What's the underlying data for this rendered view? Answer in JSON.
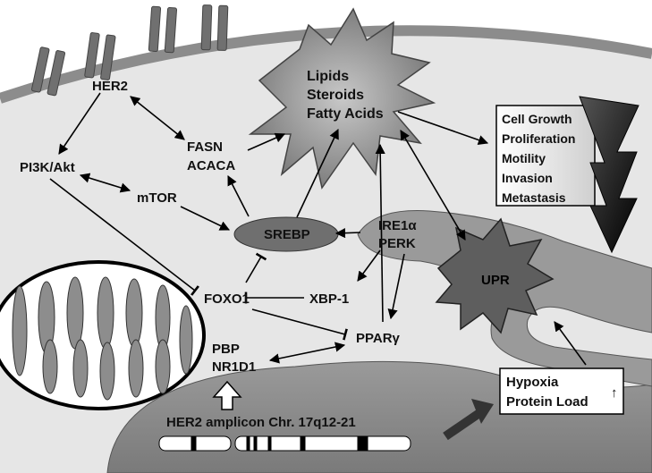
{
  "labels": {
    "her2": "HER2",
    "pi3k": "PI3K/Akt",
    "mtor": "mTOR",
    "fasn": "FASN",
    "acaca": "ACACA",
    "lipids": "Lipids",
    "steroids": "Steroids",
    "fatty_acids": "Fatty Acids",
    "srebp": "SREBP",
    "ire1a": "IRE1α",
    "perk": "PERK",
    "foxo1": "FOXO1",
    "xbp1": "XBP-1",
    "pparg": "PPARγ",
    "upr": "UPR",
    "pbp": "PBP",
    "nr1d1": "NR1D1",
    "amplicon": "HER2 amplicon Chr. 17q12-21"
  },
  "outcomes": [
    "Cell Growth",
    "Proliferation",
    "Motility",
    "Invasion",
    "Metastasis"
  ],
  "stress_box": {
    "line1": "Hypoxia",
    "line2": "Protein Load",
    "indicator": "↑"
  },
  "colors": {
    "cytoplasm": "#e6e6e6",
    "membrane": "#8c8c8c",
    "nucleus": "#8a8a8a",
    "er": "#9a9a9a",
    "srebp": "#6f6f6f",
    "receptor": "#707070"
  }
}
